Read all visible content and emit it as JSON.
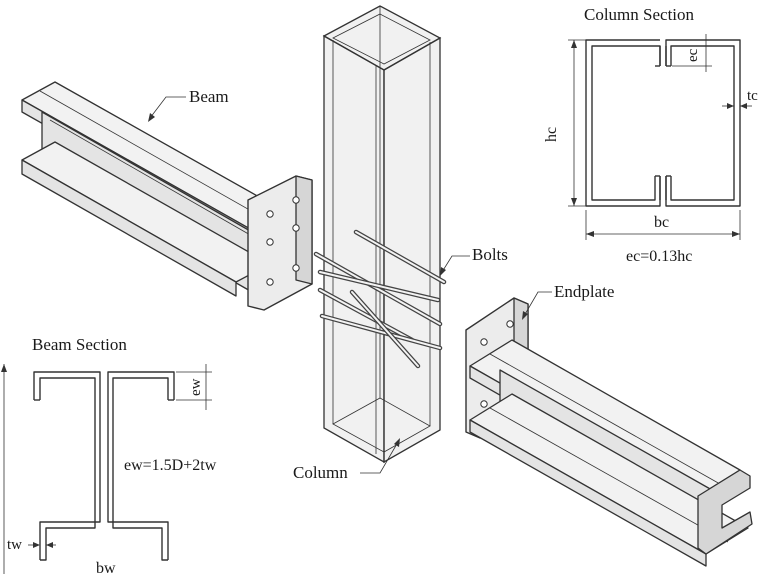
{
  "labels": {
    "beam": "Beam",
    "bolts": "Bolts",
    "endplate": "Endplate",
    "column": "Column",
    "column_section_title": "Column Section",
    "beam_section_title": "Beam Section"
  },
  "column_section": {
    "hc": "hc",
    "bc": "bc",
    "tc": "tc",
    "ec": "ec",
    "formula": "ec=0.13hc"
  },
  "beam_section": {
    "ew": "ew",
    "tw": "tw",
    "bw": "bw",
    "formula": "ew=1.5D+2tw"
  }
}
